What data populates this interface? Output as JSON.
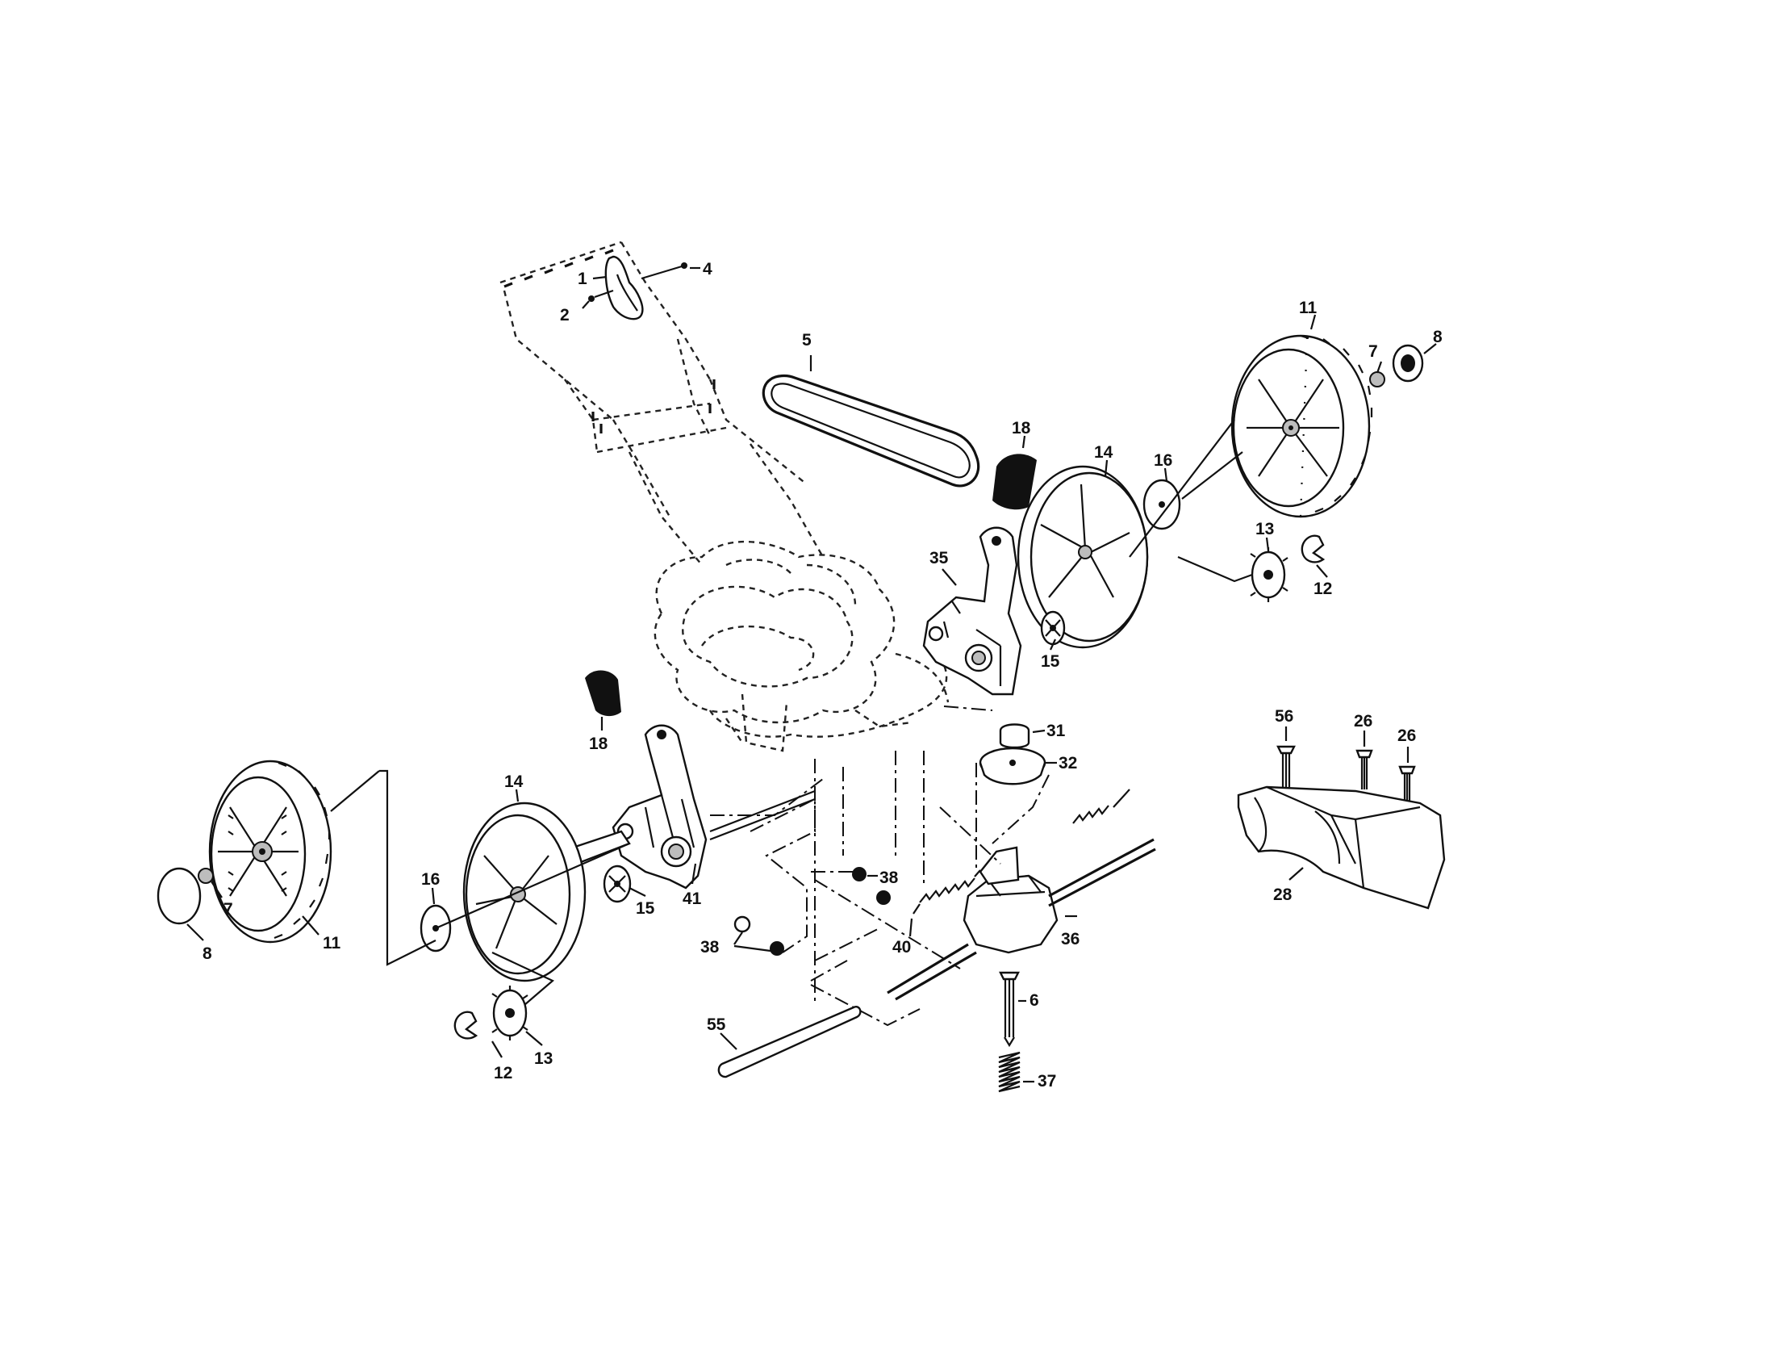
{
  "labels": {
    "l1": "1",
    "l2": "2",
    "l4": "4",
    "l5": "5",
    "l11r": "11",
    "l7r": "7",
    "l8r": "8",
    "l18r": "18",
    "l14r": "14",
    "l16r": "16",
    "l13r": "13",
    "l12r": "12",
    "l35": "35",
    "l15r": "15",
    "l18l": "18",
    "l31": "31",
    "l32": "32",
    "l56": "56",
    "l26a": "26",
    "l26b": "26",
    "l28": "28",
    "l14l": "14",
    "l16l": "16",
    "l11l": "11",
    "l7l": "7",
    "l8l": "8",
    "l41": "41",
    "l15l": "15",
    "l38a": "38",
    "l38b": "38",
    "l40": "40",
    "l36": "36",
    "l6": "6",
    "l37": "37",
    "l55": "55",
    "l13l": "13",
    "l12l": "12"
  }
}
